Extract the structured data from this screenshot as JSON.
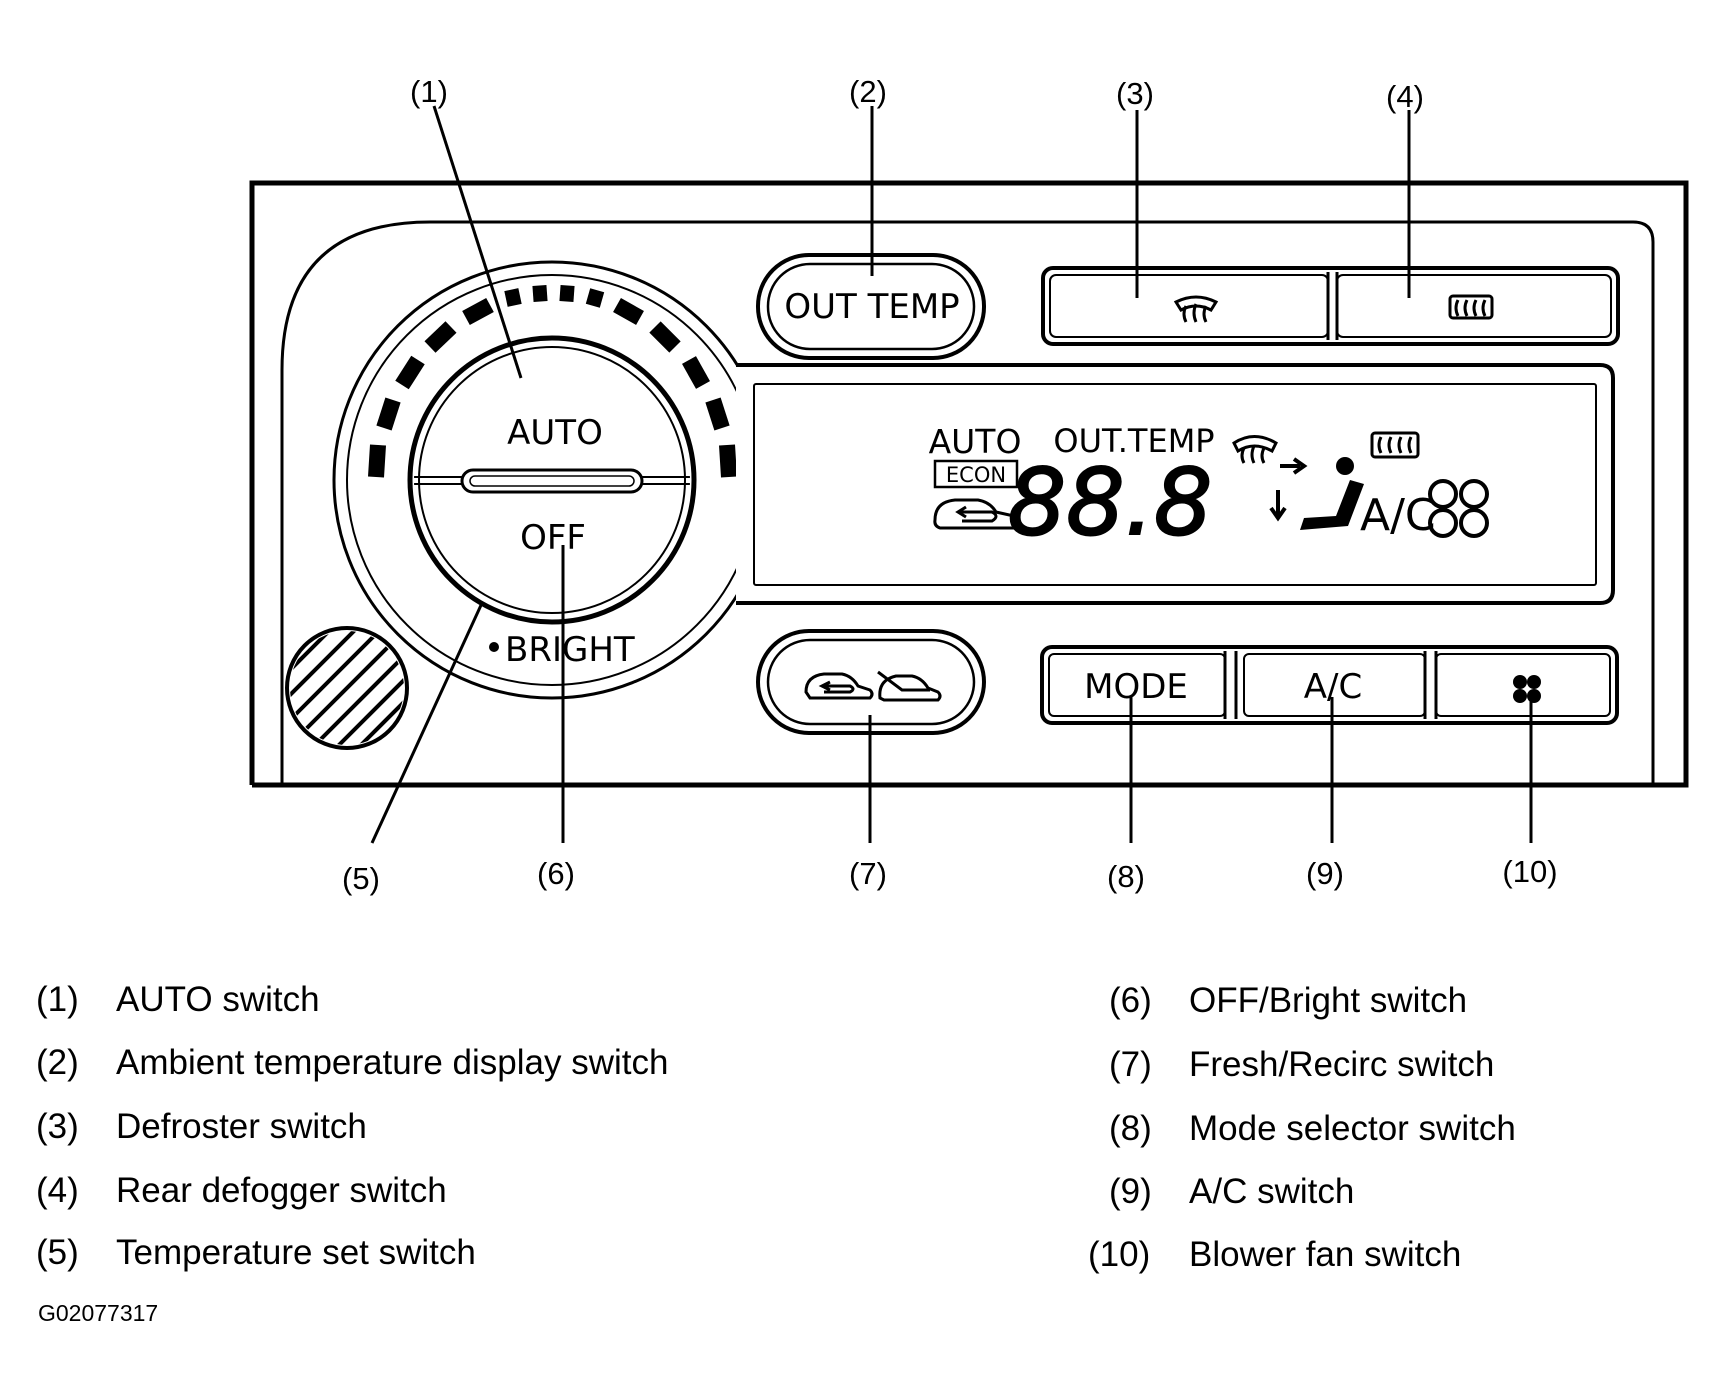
{
  "callouts": [
    "(1)",
    "(2)",
    "(3)",
    "(4)",
    "(5)",
    "(6)",
    "(7)",
    "(8)",
    "(9)",
    "(10)"
  ],
  "panel": {
    "knob_auto": "AUTO",
    "knob_off": "OFF",
    "bright": "BRIGHT",
    "out_temp_button": "OUT TEMP",
    "mode_button": "MODE",
    "ac_button": "A/C",
    "display": {
      "auto": "AUTO",
      "econ": "ECON",
      "out_temp": "OUT.TEMP",
      "digits": "88.8",
      "ac": "A/C"
    }
  },
  "icons": {
    "defroster": "front-defroster-icon",
    "rear_defogger": "rear-defogger-icon",
    "fresh_recirc": "fresh-recirc-icon",
    "fan": "fan-icon",
    "vent": "vent-grille-icon"
  },
  "legend": {
    "left": [
      {
        "num": "(1)",
        "text": "AUTO switch"
      },
      {
        "num": "(2)",
        "text": "Ambient temperature display switch"
      },
      {
        "num": "(3)",
        "text": "Defroster switch"
      },
      {
        "num": "(4)",
        "text": "Rear defogger switch"
      },
      {
        "num": "(5)",
        "text": "Temperature set switch"
      }
    ],
    "right": [
      {
        "num": "(6)",
        "text": "OFF/Bright switch"
      },
      {
        "num": "(7)",
        "text": "Fresh/Recirc switch"
      },
      {
        "num": "(8)",
        "text": "Mode selector switch"
      },
      {
        "num": "(9)",
        "text": "A/C switch"
      },
      {
        "num": "(10)",
        "text": "Blower fan switch"
      }
    ]
  },
  "figure_id": "G02077317"
}
